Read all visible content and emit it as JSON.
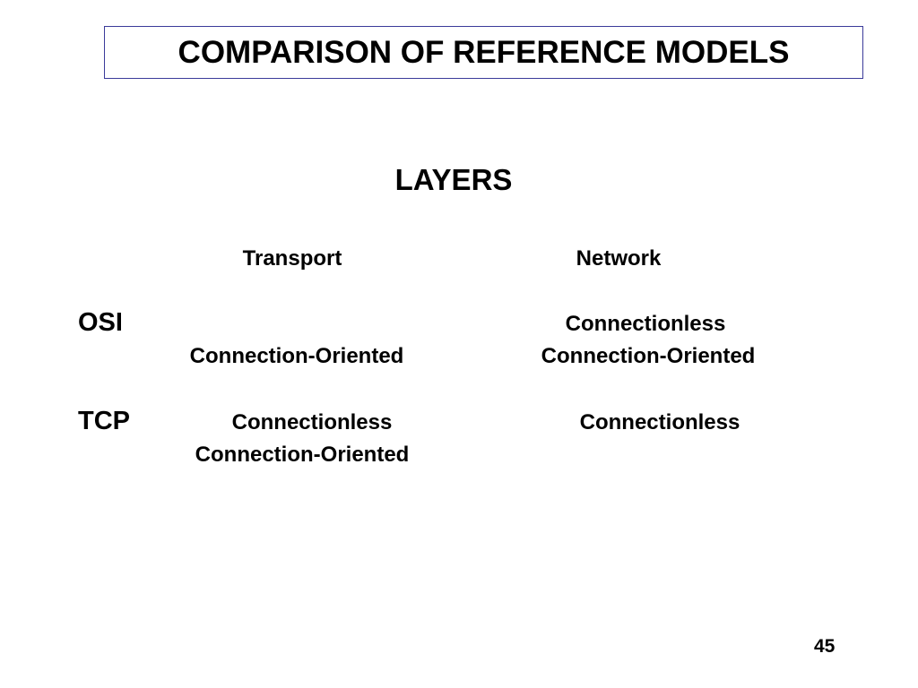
{
  "slide": {
    "title": "COMPARISON OF REFERENCE MODELS",
    "subtitle": "LAYERS",
    "columns": {
      "transport": "Transport",
      "network": "Network"
    },
    "rows": {
      "osi": {
        "label": "OSI",
        "transport": [
          "Connection-Oriented"
        ],
        "network": [
          "Connectionless",
          "Connection-Oriented"
        ]
      },
      "tcp": {
        "label": "TCP",
        "transport": [
          "Connectionless",
          "Connection-Oriented"
        ],
        "network": [
          "Connectionless"
        ]
      }
    },
    "page_number": "45"
  }
}
